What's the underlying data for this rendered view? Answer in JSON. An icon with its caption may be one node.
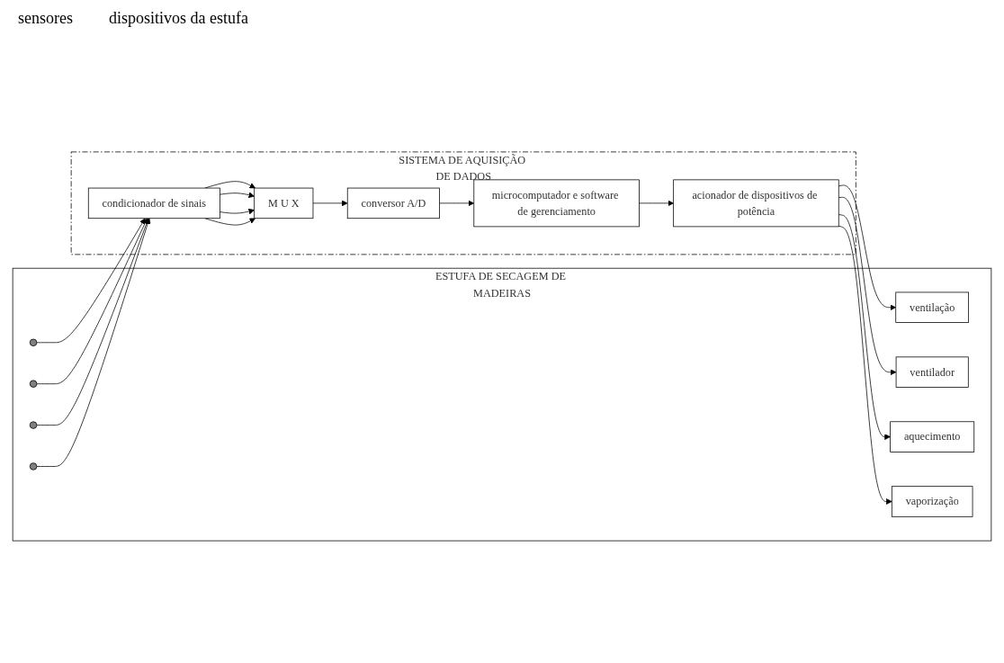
{
  "diagram": {
    "nodes": [
      {
        "text": [
          "ESTUFA DE SECAGEM DE MADEIRAS"
        ]
      },
      {
        "text": [
          "SISTEMA DE AQUISIÇÃO DE DADOS"
        ]
      },
      {
        "text": [],
        "shape": "circle",
        "in": 0
      },
      {
        "text": [],
        "shape": "circle",
        "in": 0
      },
      {
        "text": [],
        "shape": "circle",
        "in": 0
      },
      {
        "text": [],
        "shape": "circle",
        "in": 0
      },
      {
        "text": [
          "condicionador de sinais"
        ],
        "in": 1
      },
      {
        "text": [
          "M U X"
        ],
        "in": 1
      },
      {
        "text": [
          "conversor A/D"
        ],
        "in": 1
      },
      {
        "text": [
          "microcomputador e software de gerenciamento"
        ],
        "in": 1
      },
      {
        "text": [
          "acionador de dispositivos de potência"
        ],
        "in": 1
      },
      {
        "text": [
          "ventilação"
        ],
        "in": 0
      },
      {
        "text": [
          "ventilador"
        ],
        "in": 0
      },
      {
        "text": [
          "aquecimento"
        ],
        "in": 0
      },
      {
        "text": [
          "vaporização"
        ],
        "in": 0
      }
    ],
    "edges": [
      {
        "from": 2,
        "to": 6,
        "arrow": "to"
      },
      {
        "from": 3,
        "to": 6,
        "arrow": "to"
      },
      {
        "from": 4,
        "to": 6,
        "arrow": "to"
      },
      {
        "from": 5,
        "to": 6,
        "arrow": "to"
      },
      {
        "from": 6,
        "to": 7,
        "arrow": "to"
      },
      {
        "from": 6,
        "to": 7,
        "arrow": "to"
      },
      {
        "from": 6,
        "to": 7,
        "arrow": "to"
      },
      {
        "from": 6,
        "to": 7,
        "arrow": "to"
      },
      {
        "from": 7,
        "to": 8,
        "arrow": "to"
      },
      {
        "from": 8,
        "to": 9,
        "arrow": "to"
      },
      {
        "from": 9,
        "to": 10,
        "arrow": "to"
      },
      {
        "from": 10,
        "to": 11,
        "arrow": "to"
      },
      {
        "from": 10,
        "to": 12,
        "arrow": "to"
      },
      {
        "from": 10,
        "to": 13,
        "arrow": "to"
      },
      {
        "from": 10,
        "to": 14,
        "arrow": "to"
      }
    ],
    "labels": [
      "sensores",
      "dispositivos da estufa"
    ]
  }
}
